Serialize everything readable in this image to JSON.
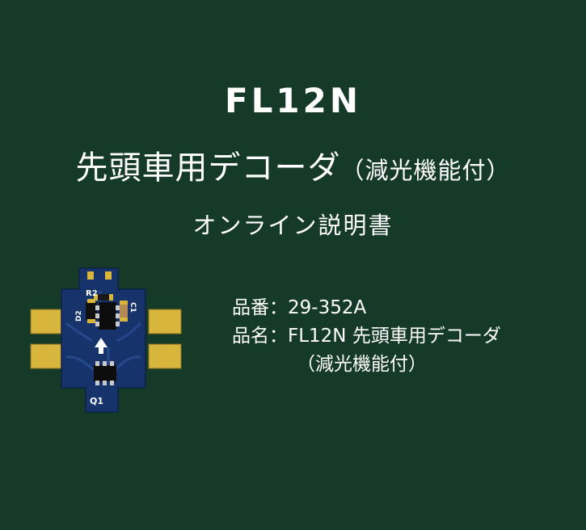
{
  "header": {
    "product_code": "FL12N",
    "subtitle_main": "先頭車用デコーダ",
    "subtitle_paren": "（減光機能付）",
    "manual_title": "オンライン説明書"
  },
  "product_image": {
    "labels": {
      "d2": "D2",
      "r2": "R2",
      "c1": "C1",
      "q1": "Q1"
    }
  },
  "info": {
    "part_label": "品番：",
    "part_number": "29-352A",
    "name_label": "品名：",
    "name_value": "FL12N 先頭車用デコーダ",
    "name_value_line2": "（減光機能付）"
  },
  "colors": {
    "background": "#163a28",
    "pcb": "#17336b",
    "gold_pad": "#d8b53c"
  }
}
